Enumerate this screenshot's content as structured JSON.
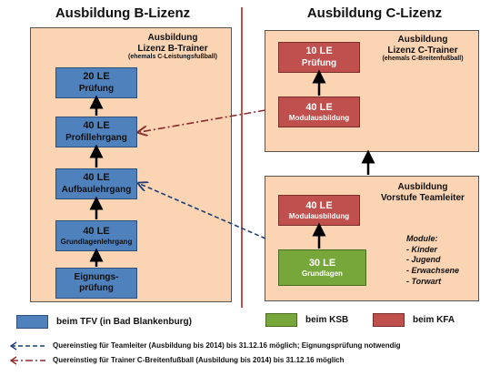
{
  "headings": {
    "b_license": "Ausbildung B-Lizenz",
    "c_license": "Ausbildung C-Lizenz"
  },
  "panel_b": {
    "title_line1": "Ausbildung",
    "title_line2": "Lizenz B-Trainer",
    "title_line3": "(ehemals C-Leistungsfußball)",
    "boxes": [
      {
        "le": "20 LE",
        "label": "Prüfung"
      },
      {
        "le": "40 LE",
        "label": "Profillehrgang"
      },
      {
        "le": "40 LE",
        "label": "Aufbaulehrgang"
      },
      {
        "le": "40 LE",
        "label": "Grundlagenlehrgang"
      },
      {
        "le": "Eignungs-",
        "label": "prüfung"
      }
    ]
  },
  "panel_c_trainer": {
    "title_line1": "Ausbildung",
    "title_line2": "Lizenz C-Trainer",
    "title_line3": "(ehemals C-Breitenfußball)",
    "boxes": [
      {
        "le": "10 LE",
        "label": "Prüfung"
      },
      {
        "le": "40 LE",
        "label": "Modulausbildung"
      }
    ]
  },
  "panel_c_vorstufe": {
    "title_line1": "Ausbildung",
    "title_line2": "Vorstufe Teamleiter",
    "boxes": [
      {
        "le": "40 LE",
        "label": "Modulausbildung"
      },
      {
        "le": "30 LE",
        "label": "Grundlagen"
      }
    ],
    "modules_title": "Module:",
    "modules": [
      "- Kinder",
      "- Jugend",
      "- Erwachsene",
      "- Torwart"
    ]
  },
  "legend": {
    "tfv": "beim TFV (in Bad Blankenburg)",
    "ksb": "beim KSB",
    "kfa": "beim KFA"
  },
  "notes": {
    "teamleiter": "Quereinstieg für Teamleiter (Ausbildung bis 2014) bis 31.12.16 möglich; Eignungsprüfung notwendig",
    "trainer_c": "Quereinstieg für Trainer C-Breitenfußball (Ausbildung bis 2014) bis 31.12.16 möglich"
  },
  "colors": {
    "tfv_blue": "#4f81bd",
    "ksb_green": "#77a63a",
    "kfa_red": "#c0504d",
    "panel_bg": "#fbd4b4"
  }
}
